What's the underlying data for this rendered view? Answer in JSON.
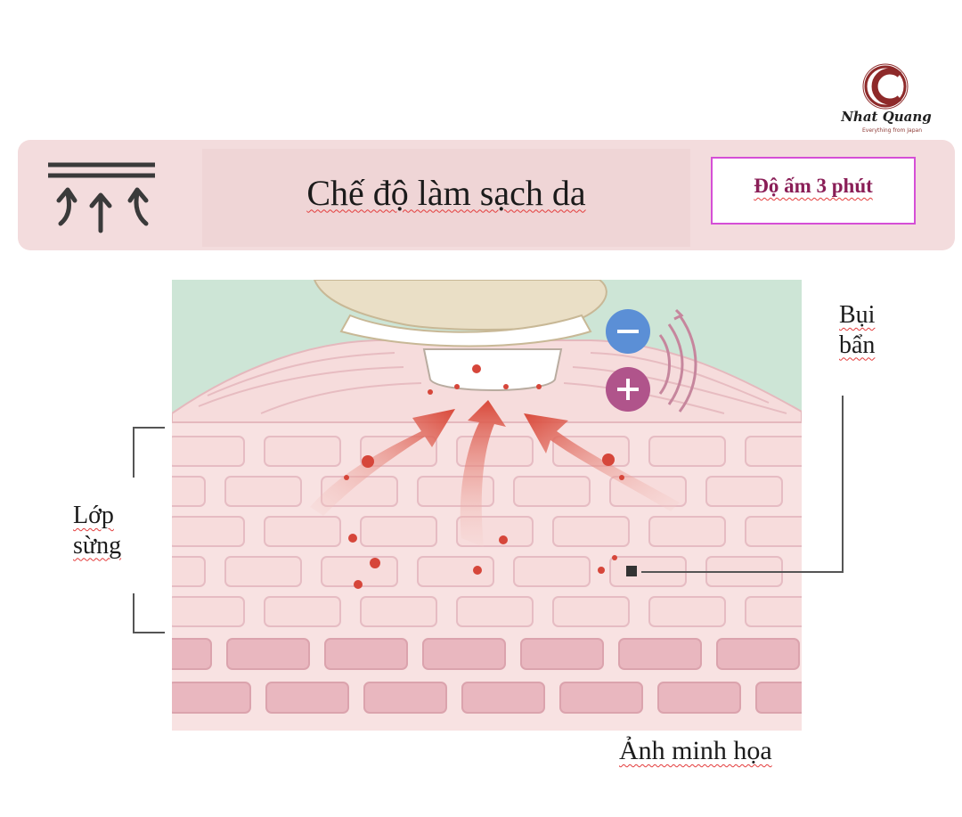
{
  "logo": {
    "name": "Nhat Quang",
    "tagline": "Everything from Japan",
    "colors": {
      "mark": "#8e2a2a",
      "text": "#1f1f1f"
    }
  },
  "banner": {
    "icon": "cleansing-mode-icon",
    "title": "Chế độ làm sạch da",
    "tag": "Độ ấm 3 phút",
    "colors": {
      "background": "#f3dcdd",
      "tag_border": "#d54fd6",
      "tag_text": "#8a1e57"
    }
  },
  "illustration": {
    "ions": [
      {
        "symbol": "−",
        "color": "#5b8fd6"
      },
      {
        "symbol": "+",
        "color": "#b0548b"
      }
    ],
    "colors": {
      "mint": "#cde5d6",
      "skin_light": "#f7dcdc",
      "skin_deep": "#e9b7bf",
      "arrow": "#db5b4a",
      "dot": "#d6463a"
    }
  },
  "labels": {
    "layer_line1": "Lớp",
    "layer_line2": "sừng",
    "dust_line1": "Bụi",
    "dust_line2": "bẩn",
    "caption": "Ảnh minh họa"
  }
}
